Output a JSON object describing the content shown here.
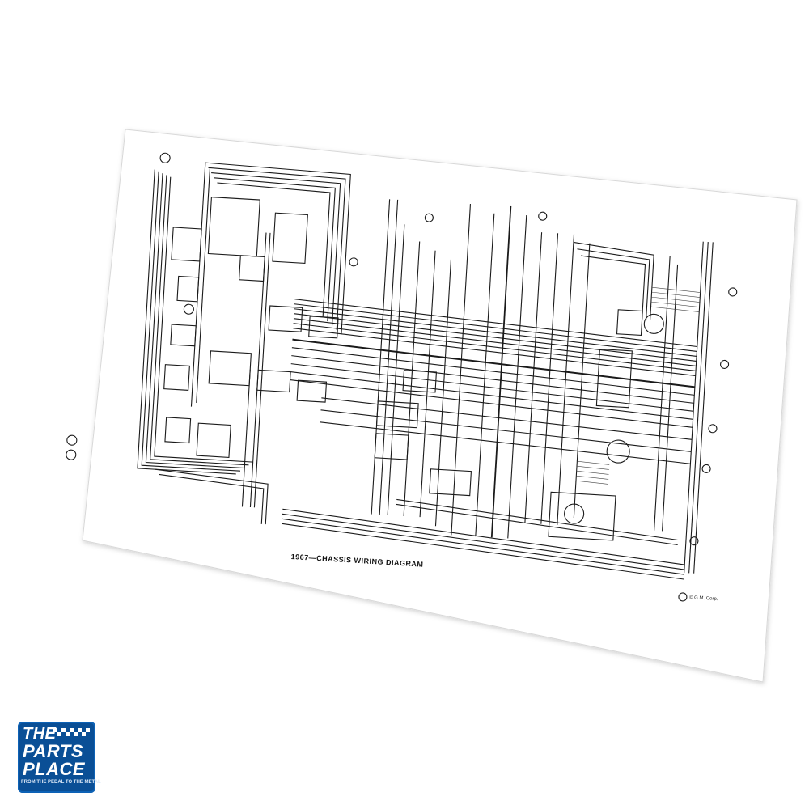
{
  "diagram": {
    "caption": "1967—CHASSIS WIRING DIAGRAM",
    "copyright": "© G.M. Corp."
  },
  "logo": {
    "line1": "THE",
    "line2": "PARTS",
    "line3": "PLACE",
    "tagline": "FROM THE PEDAL TO THE METAL",
    "colors": {
      "background": "#0a4f96",
      "text": "#ffffff"
    }
  }
}
